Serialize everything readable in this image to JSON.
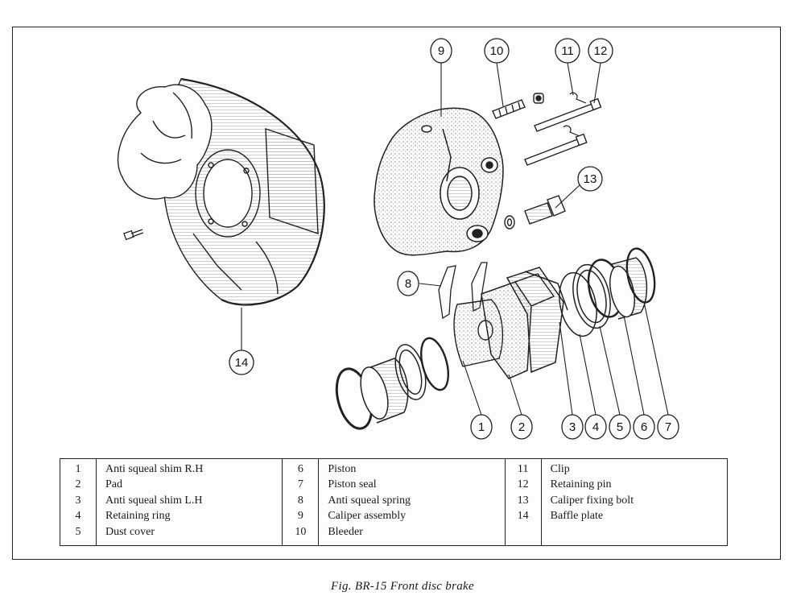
{
  "callouts": [
    "1",
    "2",
    "3",
    "4",
    "5",
    "6",
    "7",
    "8",
    "9",
    "10",
    "11",
    "12",
    "13",
    "14"
  ],
  "legend": [
    {
      "no": "1",
      "name": "Anti squeal shim R.H"
    },
    {
      "no": "2",
      "name": "Pad"
    },
    {
      "no": "3",
      "name": "Anti squeal shim L.H"
    },
    {
      "no": "4",
      "name": "Retaining ring"
    },
    {
      "no": "5",
      "name": "Dust cover"
    },
    {
      "no": "6",
      "name": "Piston"
    },
    {
      "no": "7",
      "name": "Piston seal"
    },
    {
      "no": "8",
      "name": "Anti squeal spring"
    },
    {
      "no": "9",
      "name": "Caliper assembly"
    },
    {
      "no": "10",
      "name": "Bleeder"
    },
    {
      "no": "11",
      "name": "Clip"
    },
    {
      "no": "12",
      "name": "Retaining pin"
    },
    {
      "no": "13",
      "name": "Caliper fixing bolt"
    },
    {
      "no": "14",
      "name": "Baffle plate"
    }
  ],
  "caption": "Fig. BR-15  Front disc brake"
}
